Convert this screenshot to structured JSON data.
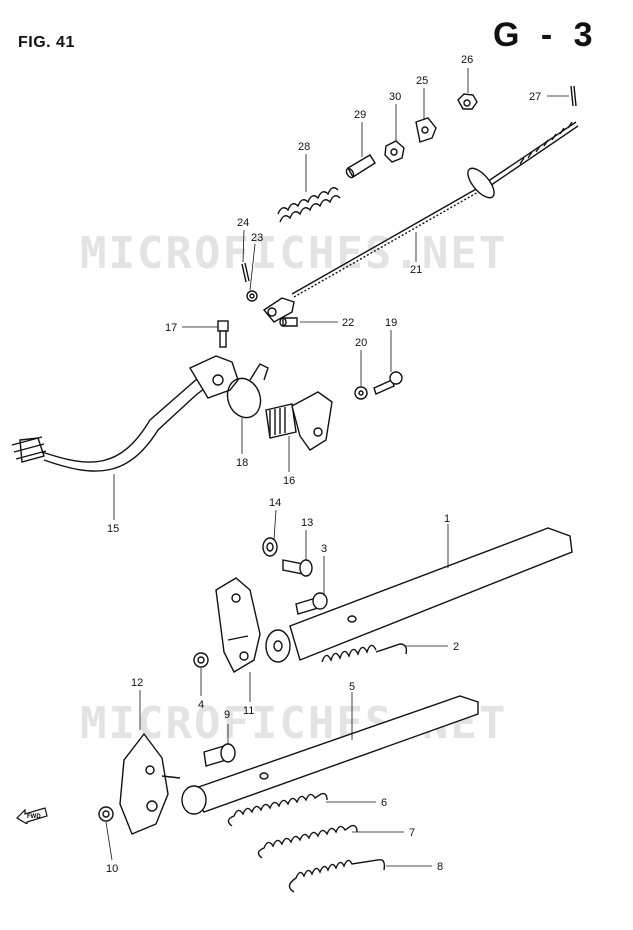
{
  "header": {
    "figure_label": "FIG. 41",
    "sheet_code": "G - 3"
  },
  "watermark": {
    "text": "MICROFICHES.NET"
  },
  "direction_marker": {
    "label": "FWD",
    "icon": "arrow-fwd-icon"
  },
  "callouts": [
    {
      "id": "1",
      "label": "1"
    },
    {
      "id": "2",
      "label": "2"
    },
    {
      "id": "3",
      "label": "3"
    },
    {
      "id": "4",
      "label": "4"
    },
    {
      "id": "5",
      "label": "5"
    },
    {
      "id": "6",
      "label": "6"
    },
    {
      "id": "7",
      "label": "7"
    },
    {
      "id": "8",
      "label": "8"
    },
    {
      "id": "9",
      "label": "9"
    },
    {
      "id": "10",
      "label": "10"
    },
    {
      "id": "11",
      "label": "11"
    },
    {
      "id": "12",
      "label": "12"
    },
    {
      "id": "13",
      "label": "13"
    },
    {
      "id": "14",
      "label": "14"
    },
    {
      "id": "15",
      "label": "15"
    },
    {
      "id": "16",
      "label": "16"
    },
    {
      "id": "17",
      "label": "17"
    },
    {
      "id": "18",
      "label": "18"
    },
    {
      "id": "19",
      "label": "19"
    },
    {
      "id": "20",
      "label": "20"
    },
    {
      "id": "21",
      "label": "21"
    },
    {
      "id": "22",
      "label": "22"
    },
    {
      "id": "23",
      "label": "23"
    },
    {
      "id": "24",
      "label": "24"
    },
    {
      "id": "25",
      "label": "25"
    },
    {
      "id": "26",
      "label": "26"
    },
    {
      "id": "27",
      "label": "27"
    },
    {
      "id": "28",
      "label": "28"
    },
    {
      "id": "29",
      "label": "29"
    },
    {
      "id": "30",
      "label": "30"
    }
  ]
}
